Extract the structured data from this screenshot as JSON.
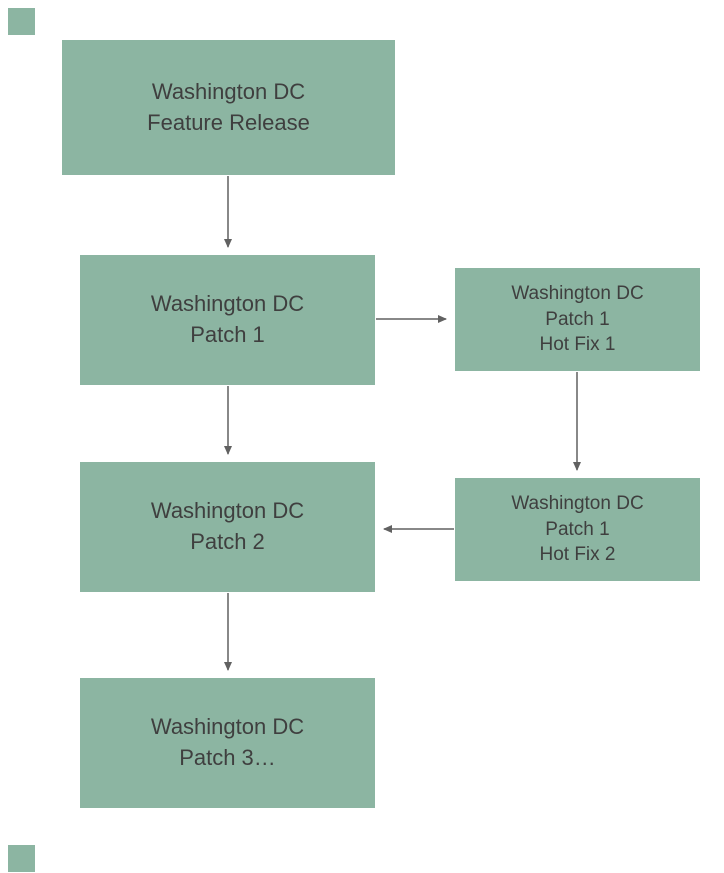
{
  "diagram": {
    "type": "flowchart",
    "colors": {
      "node_fill": "#8CB5A2",
      "text": "#3F3F3F",
      "arrow": "#616161",
      "background": "#FFFFFF"
    },
    "nodes": {
      "feature_release": {
        "label": "Washington DC\nFeature Release"
      },
      "patch_1": {
        "label": "Washington DC\nPatch 1"
      },
      "patch_1_hot_fix_1": {
        "label": "Washington DC\nPatch 1\nHot Fix 1"
      },
      "patch_2": {
        "label": "Washington DC\nPatch 2"
      },
      "patch_1_hot_fix_2": {
        "label": "Washington DC\nPatch 1\nHot Fix 2"
      },
      "patch_3": {
        "label": "Washington DC\nPatch 3…"
      }
    },
    "edges": [
      {
        "from": "feature_release",
        "to": "patch_1"
      },
      {
        "from": "patch_1",
        "to": "patch_1_hot_fix_1"
      },
      {
        "from": "patch_1_hot_fix_1",
        "to": "patch_1_hot_fix_2"
      },
      {
        "from": "patch_1_hot_fix_2",
        "to": "patch_2"
      },
      {
        "from": "patch_1",
        "to": "patch_2"
      },
      {
        "from": "patch_2",
        "to": "patch_3"
      }
    ]
  }
}
